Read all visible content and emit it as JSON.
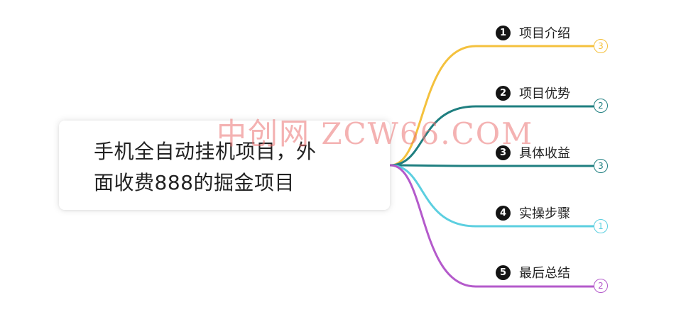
{
  "root": {
    "title_line1": "手机全自动挂机项目，外",
    "title_line2": "面收费888的掘金项目"
  },
  "branches": [
    {
      "number": "1",
      "label": "项目介绍",
      "count": "3",
      "color": "#f4c13d"
    },
    {
      "number": "2",
      "label": "项目优势",
      "count": "2",
      "color": "#1f7f80"
    },
    {
      "number": "3",
      "label": "具体收益",
      "count": "3",
      "color": "#1f7f80"
    },
    {
      "number": "4",
      "label": "实操步骤",
      "count": "1",
      "color": "#5ccfe0"
    },
    {
      "number": "5",
      "label": "最后总结",
      "count": "2",
      "color": "#b45acb"
    }
  ],
  "watermark": "中创网 ZCW66.COM"
}
